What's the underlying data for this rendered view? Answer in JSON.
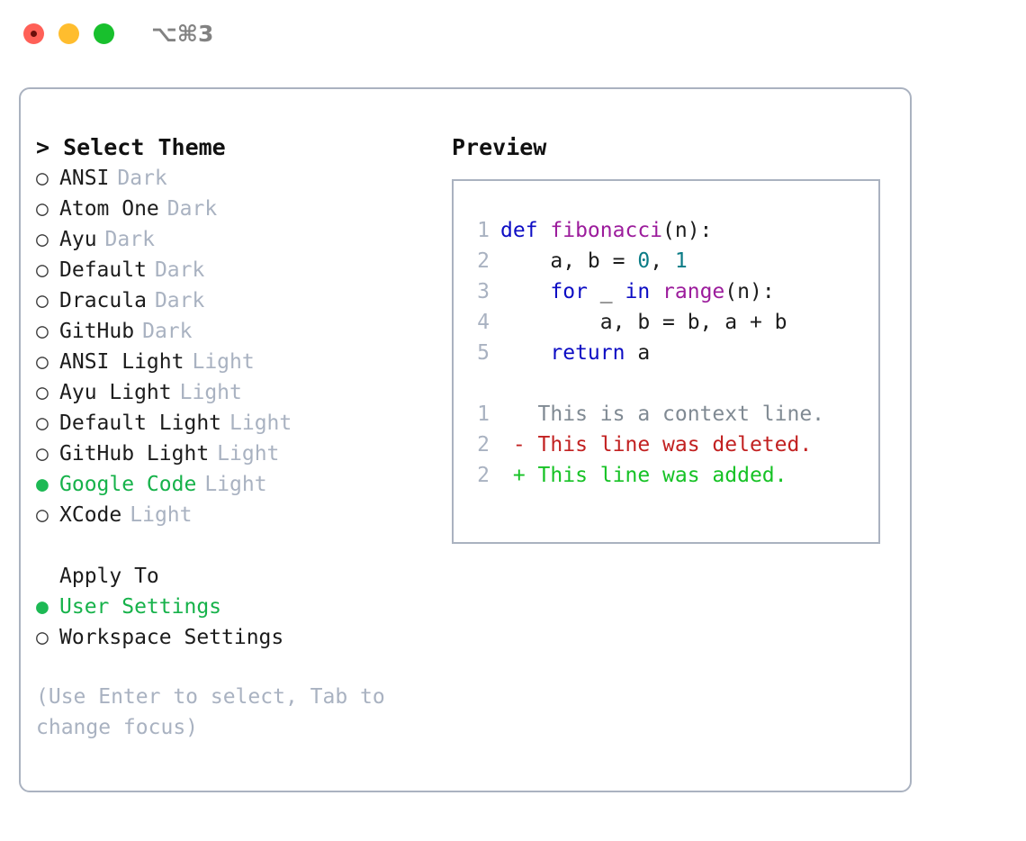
{
  "titlebar": {
    "shortcut": "⌥⌘3",
    "buttons": [
      {
        "name": "close",
        "color": "#ff6057"
      },
      {
        "name": "minimize",
        "color": "#ffbd2e"
      },
      {
        "name": "zoom",
        "color": "#18c02d"
      }
    ]
  },
  "theme_picker": {
    "heading": "> Select Theme",
    "marker_selected": "●",
    "marker_unselected": "○",
    "items": [
      {
        "label": "ANSI",
        "kind": "Dark",
        "selected": false
      },
      {
        "label": "Atom One",
        "kind": "Dark",
        "selected": false
      },
      {
        "label": "Ayu",
        "kind": "Dark",
        "selected": false
      },
      {
        "label": "Default",
        "kind": "Dark",
        "selected": false
      },
      {
        "label": "Dracula",
        "kind": "Dark",
        "selected": false
      },
      {
        "label": "GitHub",
        "kind": "Dark",
        "selected": false
      },
      {
        "label": "ANSI Light",
        "kind": "Light",
        "selected": false
      },
      {
        "label": "Ayu Light",
        "kind": "Light",
        "selected": false
      },
      {
        "label": "Default Light",
        "kind": "Light",
        "selected": false
      },
      {
        "label": "GitHub Light",
        "kind": "Light",
        "selected": false
      },
      {
        "label": "Google Code",
        "kind": "Light",
        "selected": true
      },
      {
        "label": "XCode",
        "kind": "Light",
        "selected": false
      }
    ]
  },
  "apply_to": {
    "title": "Apply To",
    "items": [
      {
        "label": "User Settings",
        "selected": true
      },
      {
        "label": "Workspace Settings",
        "selected": false
      }
    ]
  },
  "hint": "(Use Enter to select, Tab to change focus)",
  "preview": {
    "title": "Preview",
    "code_lines": [
      {
        "n": "1",
        "tokens": [
          {
            "t": "def ",
            "c": "kw"
          },
          {
            "t": "fibonacci",
            "c": "fn"
          },
          {
            "t": "(n):",
            "c": "pl"
          }
        ]
      },
      {
        "n": "2",
        "tokens": [
          {
            "t": "    a, b = ",
            "c": "pl"
          },
          {
            "t": "0",
            "c": "num"
          },
          {
            "t": ", ",
            "c": "pl"
          },
          {
            "t": "1",
            "c": "num"
          }
        ]
      },
      {
        "n": "3",
        "tokens": [
          {
            "t": "    ",
            "c": "pl"
          },
          {
            "t": "for",
            "c": "kw"
          },
          {
            "t": " _ ",
            "c": "pl"
          },
          {
            "t": "in",
            "c": "kw"
          },
          {
            "t": " ",
            "c": "pl"
          },
          {
            "t": "range",
            "c": "fn"
          },
          {
            "t": "(n):",
            "c": "pl"
          }
        ]
      },
      {
        "n": "4",
        "tokens": [
          {
            "t": "        a, b = b, a + b",
            "c": "pl"
          }
        ]
      },
      {
        "n": "5",
        "tokens": [
          {
            "t": "    ",
            "c": "pl"
          },
          {
            "t": "return",
            "c": "kw"
          },
          {
            "t": " a",
            "c": "pl"
          }
        ]
      }
    ],
    "diff_lines": [
      {
        "n": "1",
        "prefix": "  ",
        "text": "This is a context line.",
        "kind": "ctx"
      },
      {
        "n": "2",
        "prefix": "- ",
        "text": "This line was deleted.",
        "kind": "del"
      },
      {
        "n": "2",
        "prefix": "+ ",
        "text": "This line was added.",
        "kind": "add"
      }
    ]
  },
  "colors": {
    "selected_green": "#16b24a",
    "muted": "#a9b2c1",
    "keyword": "#0d0dc4",
    "function": "#9c1c9c",
    "number": "#0b7c86",
    "diff_add": "#16c225",
    "diff_del": "#c22121",
    "border": "#aab2c0"
  }
}
